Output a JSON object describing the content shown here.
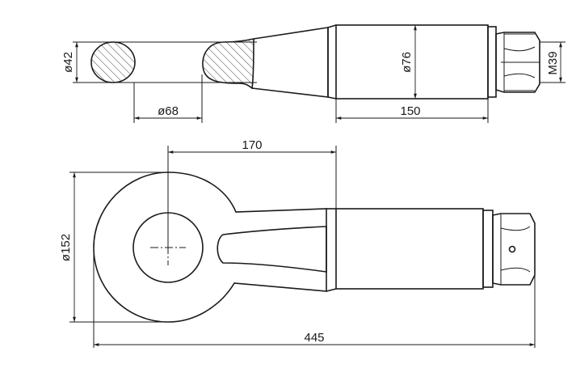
{
  "drawing": {
    "top_view": {
      "dim_eye_section": "ø42",
      "dim_eye_spacing": "ø68",
      "dim_body_diameter": "ø76",
      "dim_body_length": "150",
      "dim_thread": "M39"
    },
    "front_view": {
      "dim_center_to_body": "170",
      "dim_eye_outer": "ø152",
      "dim_overall_length": "445"
    }
  }
}
